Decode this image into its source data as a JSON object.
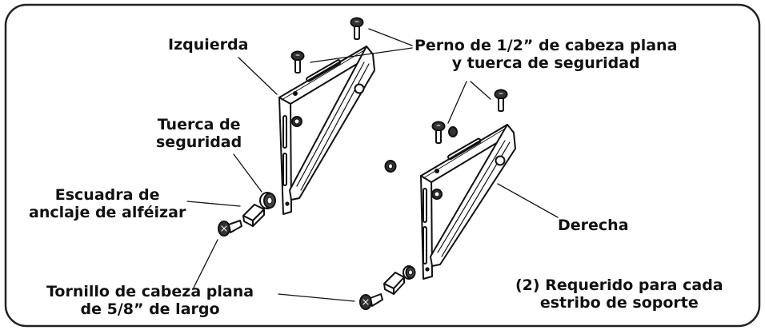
{
  "labels": {
    "izquierda": "Izquierda",
    "perno_line1": "Perno de 1/2” de cabeza plana",
    "perno_line2": "y tuerca de seguridad",
    "tuerca_line1": "Tuerca de",
    "tuerca_line2": "seguridad",
    "escuadra_line1": "Escuadra de",
    "escuadra_line2": "anclaje de alféizar",
    "derecha": "Derecha",
    "tornillo_line1": "Tornillo de cabeza plana",
    "tornillo_line2": "de 5/8” de largo",
    "requerido_line1": "(2) Requerido para cada",
    "requerido_line2": "estribo de soporte"
  },
  "colors": {
    "ink": "#111111",
    "background": "#ffffff",
    "border": "#222222"
  }
}
